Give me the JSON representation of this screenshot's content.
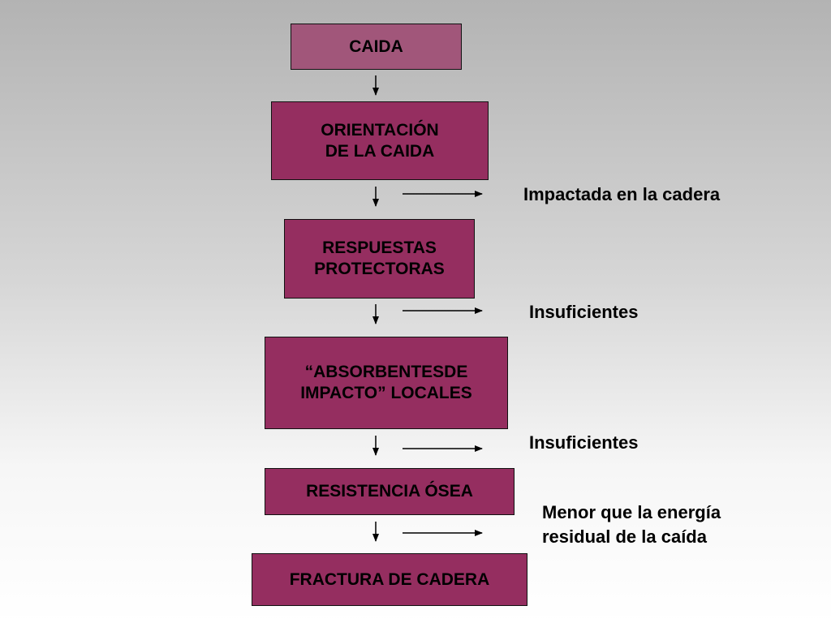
{
  "steps": [
    {
      "label": "CAIDA"
    },
    {
      "label": "ORIENTACIÓN\nDE LA CAIDA"
    },
    {
      "label": "RESPUESTAS\nPROTECTORAS"
    },
    {
      "label": "“ABSORBENTESDE\nIMPACTO” LOCALES"
    },
    {
      "label": "RESISTENCIA ÓSEA"
    },
    {
      "label": "FRACTURA DE CADERA"
    }
  ],
  "notes": [
    {
      "text": "Impactada en la cadera"
    },
    {
      "text": "Insuficientes"
    },
    {
      "text": "Insuficientes"
    },
    {
      "text": "Menor que la energía\nresidual de la caída"
    }
  ],
  "colors": {
    "first_box": "#a1567a",
    "box": "#952e60",
    "arrow": "#000000"
  }
}
